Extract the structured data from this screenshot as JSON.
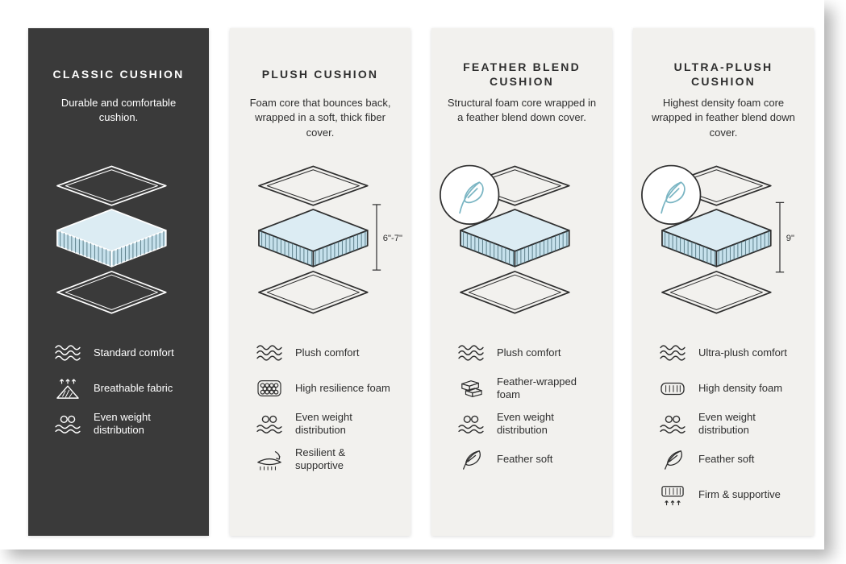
{
  "colors": {
    "dark_card_bg": "#3a3a3a",
    "light_card_bg": "#f2f1ee",
    "foam_fill": "#c6e1ec",
    "foam_top_fill": "#dcecf3",
    "feather_accent": "#7ab5c3",
    "text_dark": "#2f2f2f",
    "text_light": "#ffffff"
  },
  "cards": [
    {
      "title": "CLASSIC CUSHION",
      "description": "Durable and comfortable cushion.",
      "illustration": "layered-cushion",
      "features": [
        {
          "icon": "waves-icon",
          "label": "Standard comfort"
        },
        {
          "icon": "breathable-icon",
          "label": "Breathable fabric"
        },
        {
          "icon": "weight-distribution-icon",
          "label": "Even weight distribution"
        }
      ]
    },
    {
      "title": "PLUSH CUSHION",
      "description": "Foam core that bounces back, wrapped in a soft, thick fiber cover.",
      "illustration": "layered-cushion",
      "measurement": "6\"-7\"",
      "features": [
        {
          "icon": "waves-icon",
          "label": "Plush comfort"
        },
        {
          "icon": "foam-bubbles-icon",
          "label": "High resilience foam"
        },
        {
          "icon": "weight-distribution-icon",
          "label": "Even weight distribution"
        },
        {
          "icon": "resilient-icon",
          "label": "Resilient & supportive"
        }
      ]
    },
    {
      "title": "FEATHER BLEND CUSHION",
      "description": "Structural foam core wrapped in a feather blend down cover.",
      "illustration": "layered-cushion",
      "badge": "feather-icon",
      "features": [
        {
          "icon": "waves-icon",
          "label": "Plush comfort"
        },
        {
          "icon": "feather-wrapped-icon",
          "label": "Feather-wrapped foam"
        },
        {
          "icon": "weight-distribution-icon",
          "label": "Even weight distribution"
        },
        {
          "icon": "feather-icon",
          "label": "Feather soft"
        }
      ]
    },
    {
      "title": "ULTRA-PLUSH CUSHION",
      "description": "Highest density foam core wrapped in feather blend down cover.",
      "illustration": "layered-cushion",
      "measurement": "9\"",
      "badge": "feather-icon",
      "features": [
        {
          "icon": "waves-icon",
          "label": "Ultra-plush comfort"
        },
        {
          "icon": "density-icon",
          "label": "High density foam"
        },
        {
          "icon": "weight-distribution-icon",
          "label": "Even weight distribution"
        },
        {
          "icon": "feather-icon",
          "label": "Feather soft"
        },
        {
          "icon": "firm-icon",
          "label": "Firm & supportive"
        }
      ]
    }
  ]
}
